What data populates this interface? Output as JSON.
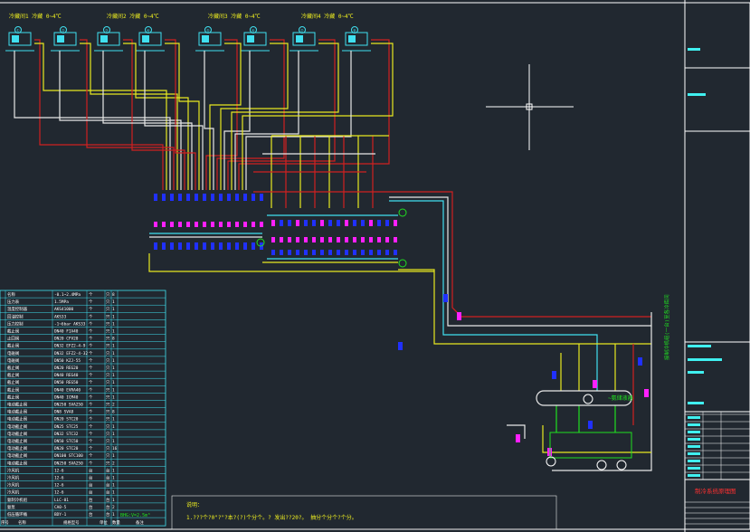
{
  "colors": {
    "background": "#212830",
    "frame": "#ffffff",
    "pipe_red": "#d02020",
    "pipe_yellow": "#e8e820",
    "pipe_white": "#e8e8e8",
    "pipe_cyan": "#40e0f0",
    "pipe_green": "#20e020",
    "valve_blue": "#2030ff",
    "valve_magenta": "#ff20ff",
    "text_cyan": "#40f0f0",
    "text_yellow": "#f0f020",
    "text_red": "#ff3030",
    "text_green": "#20e020"
  },
  "room_labels": [
    "冷藏间1 冷藏 0~4℃",
    "冷藏间2 冷藏 0~4℃",
    "冷藏间3 冷藏 0~4℃",
    "冷藏间4 冷藏 0~4℃"
  ],
  "evaporator_tags": [
    "①",
    "②",
    "③",
    "④",
    "⑤",
    "⑥",
    "⑦",
    "⑧"
  ],
  "vertical_label": "接制冷机组(一台)至各冷库间",
  "unit_label": "~氨储液器",
  "equipment_table": {
    "rows": [
      [
        "名称",
        "-0.1~2.4MPa",
        "个",
        "只",
        "8"
      ],
      [
        "压力表",
        "1.5MPa",
        "个",
        "只",
        "1"
      ],
      [
        "温度控制器",
        "AKS41000",
        "个",
        "只",
        "1"
      ],
      [
        "回油控制",
        "AKS33",
        "个",
        "只",
        "1"
      ],
      [
        "压力控制",
        "-1~6bar AKS33",
        "个",
        "只",
        "1"
      ],
      [
        "截止阀",
        "DN40 FIA40",
        "个",
        "只",
        "1"
      ],
      [
        "止回阀",
        "DN20 CFV20",
        "个",
        "只",
        "8"
      ],
      [
        "截止阀",
        "DN32 EFZ2-4-9",
        "个",
        "只",
        "1"
      ],
      [
        "电磁阀",
        "DN32 EFZ2-4-32",
        "个",
        "只",
        "1"
      ],
      [
        "电磁阀",
        "DN50 KZJ-55",
        "个",
        "只",
        "1"
      ],
      [
        "截止阀",
        "DN20 REG20",
        "个",
        "只",
        "1"
      ],
      [
        "截止阀",
        "DN40 REG40",
        "个",
        "只",
        "1"
      ],
      [
        "截止阀",
        "DN50 REG50",
        "个",
        "只",
        "1"
      ],
      [
        "截止阀",
        "DN40 EVRA40",
        "个",
        "只",
        "1"
      ],
      [
        "截止阀",
        "DN40 ICM40",
        "个",
        "只",
        "1"
      ],
      [
        "电动截止阀",
        "DN250 SVA250",
        "个",
        "只",
        "2"
      ],
      [
        "电动截止阀",
        "DN8 SVA8",
        "个",
        "只",
        "8"
      ],
      [
        "电动截止阀",
        "DN20 STC20",
        "个",
        "只",
        "1"
      ],
      [
        "电动截止阀",
        "DN25 STC25",
        "个",
        "只",
        "1"
      ],
      [
        "电动截止阀",
        "DN32 STC32",
        "个",
        "只",
        "1"
      ],
      [
        "电动截止阀",
        "DN50 STC50",
        "个",
        "只",
        "1"
      ],
      [
        "电动截止阀",
        "DN20 STC20",
        "个",
        "只",
        "16"
      ],
      [
        "电动截止阀",
        "DN100 STC100",
        "个",
        "只",
        "1"
      ],
      [
        "电动截止阀",
        "DN250 SVA250",
        "个",
        "只",
        "2"
      ],
      [
        "冷风机",
        "12-6",
        "台",
        "台",
        "1"
      ],
      [
        "冷风机",
        "12-6",
        "台",
        "台",
        "1"
      ],
      [
        "冷风机",
        "12-6",
        "台",
        "台",
        "1"
      ],
      [
        "冷风机",
        "12-6",
        "台",
        "台",
        "1"
      ],
      [
        "氨制冷机组",
        "LLC-01",
        "台",
        "台",
        "1"
      ],
      [
        "氨泵",
        "CA0-5",
        "台",
        "台",
        "2"
      ],
      [
        "低压循环桶",
        "BDY-1",
        "台",
        "台",
        "1"
      ]
    ],
    "footer": [
      "序号",
      "名称",
      "规格型号",
      "单位",
      "数量",
      "备注"
    ],
    "spec_note": "BHG:V=2.5m³"
  },
  "notes": {
    "heading": "说明：",
    "line1": "1.???个?0\"?\"?本?(?)个分个。? 发出??20?。 抽分个分个?个分。"
  },
  "title_block": {
    "title": "制冷系统原理图"
  }
}
